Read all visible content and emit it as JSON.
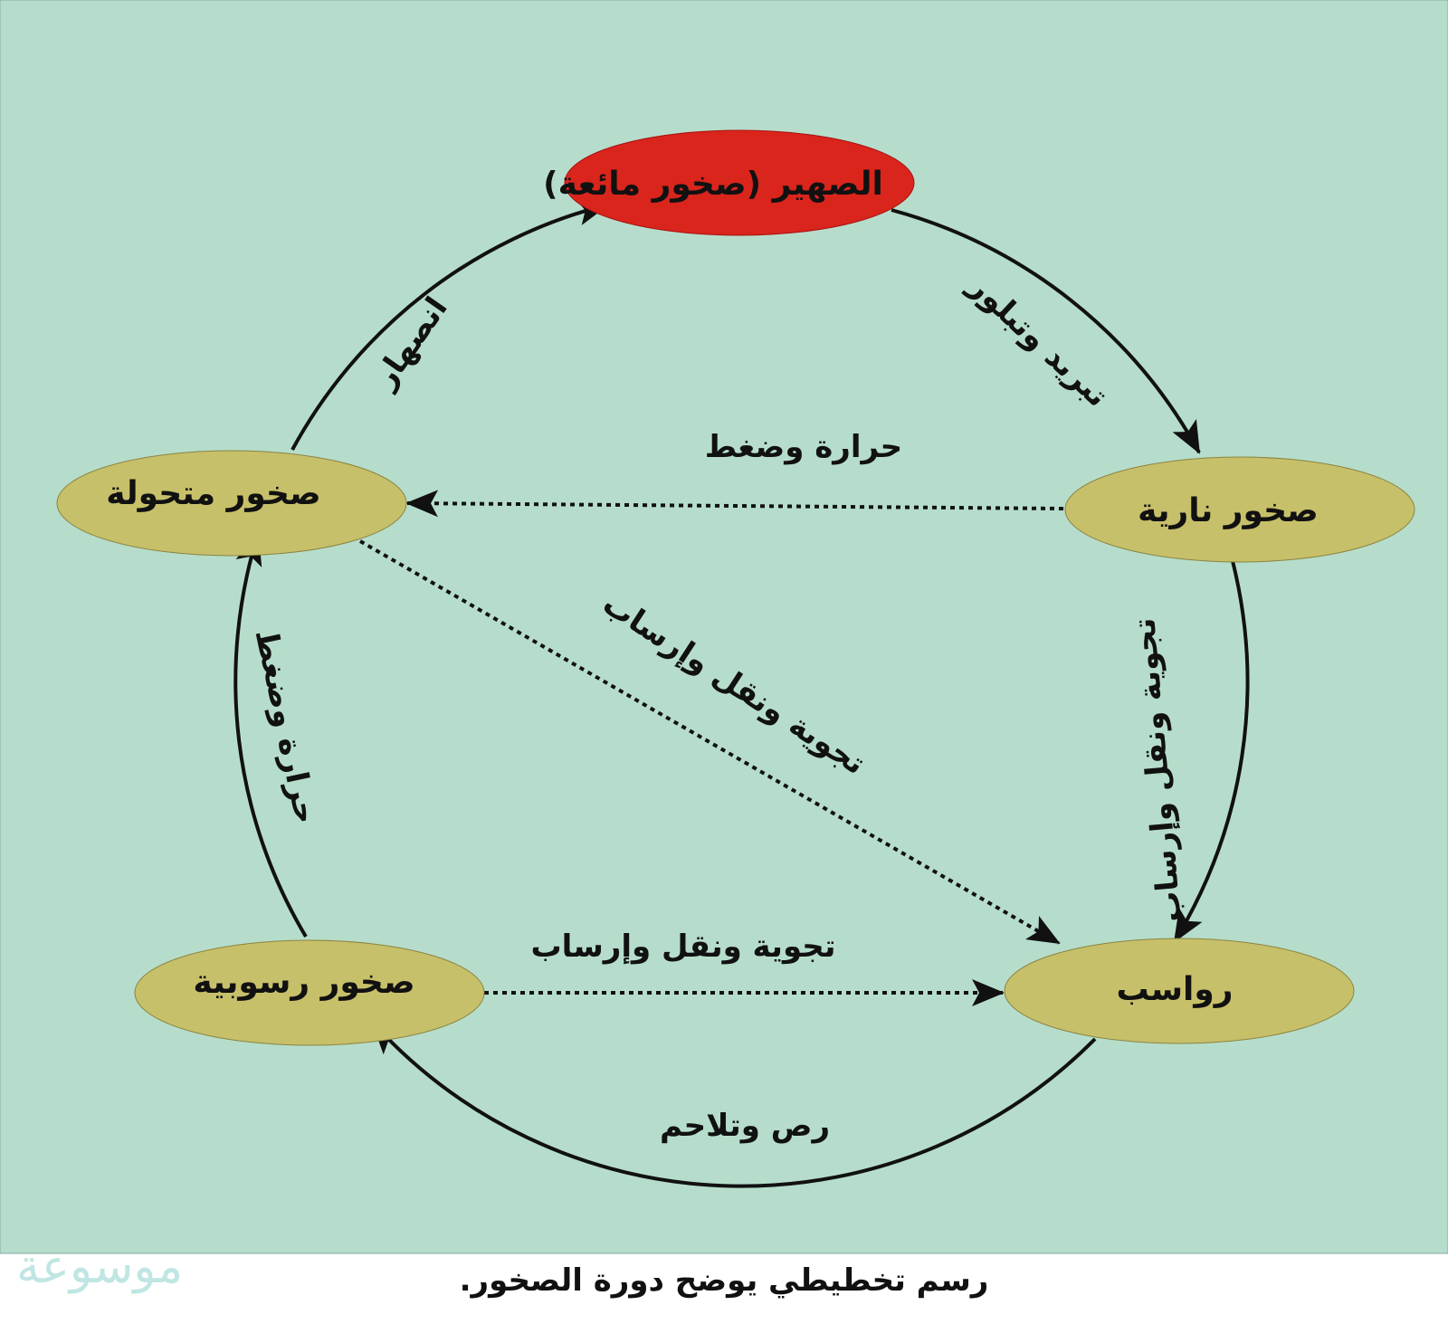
{
  "colors": {
    "background": "#b6ddcb",
    "magma": "#d9251c",
    "rock": "#c7c06a",
    "line": "#111111"
  },
  "nodes": {
    "magma": "الصهير (صخور مائعة)",
    "igneous": "صخور نارية",
    "metamorphic": "صخور متحولة",
    "sedimentary": "صخور رسوبية",
    "sediments": "رواسب"
  },
  "edges": {
    "cooling": "تبريد وتبلور",
    "melting": "انصهار",
    "heat_pressure_top": "حرارة وضغط",
    "heat_pressure_left": "حرارة وضغط",
    "weathering_diagonal": "تجوية ونقل وإرساب",
    "weathering_right": "تجوية ونقل وإرساب",
    "weathering_bottom": "تجوية ونقل وإرساب",
    "compaction": "رص وتلاحم"
  },
  "caption": "رسم تخطيطي يوضح دورة الصخور.",
  "logo": "موسوعة"
}
